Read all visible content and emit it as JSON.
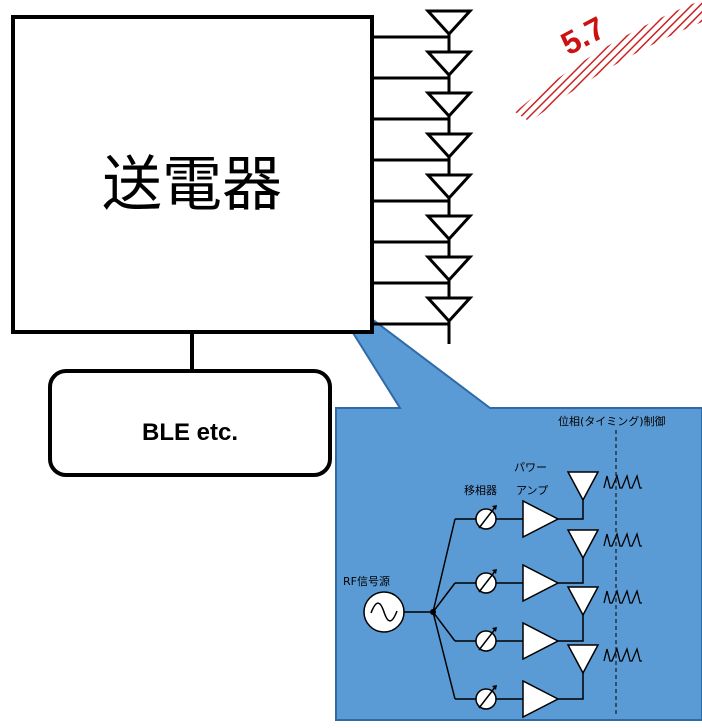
{
  "diagram": {
    "transmitter_label": "送電器",
    "ble_label": "BLE etc.",
    "frequency_label": "5.7",
    "phase_control_label": "位相(タイミング)制御",
    "phase_shifter_label": "移相器",
    "power_amp_label_line1": "パワー",
    "power_amp_label_line2": "アンプ",
    "rf_source_label": "RF信号源",
    "antenna_count": 8,
    "chain_count": 4,
    "colors": {
      "callout_fill": "#5b9bd5",
      "callout_border": "#2e6aa6",
      "outline": "#000000",
      "frequency_text": "#cc1111",
      "hatch": "#cc2222"
    }
  }
}
